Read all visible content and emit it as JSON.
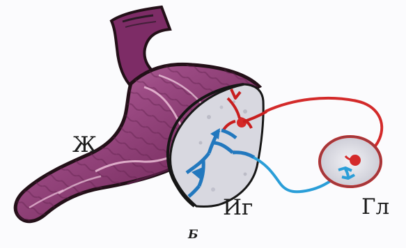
{
  "labels": {
    "stomach": "Ж",
    "intramural_ganglion": "Иг",
    "ganglion": "Гл",
    "panel": "Б"
  },
  "colors": {
    "stomach_fill": "#8a3d72",
    "stomach_highlight": "#c98db5",
    "stomach_outline": "#2b1a26",
    "red_nerve": "#d42a2a",
    "blue_nerve": "#2a9ed8",
    "tissue_fill": "#d7d7de"
  }
}
